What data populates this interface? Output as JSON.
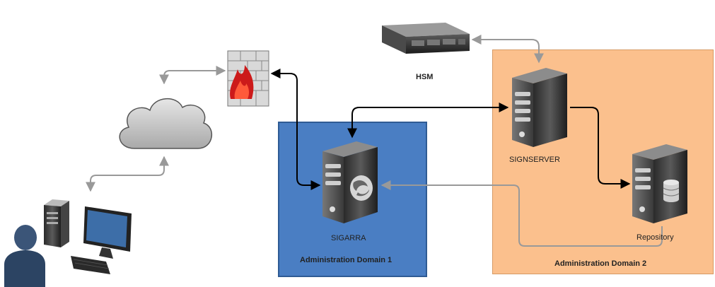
{
  "labels": {
    "hsm": "HSM",
    "signserver": "SIGNSERVER",
    "sigarra": "SIGARRA",
    "repository": "Repository",
    "domain1": "Administration Domain 1",
    "domain2": "Administration Domain 2"
  },
  "colors": {
    "domain1_fill": "#4a7ec3",
    "domain2_fill": "#fbc08d",
    "arrow_black": "#000000",
    "arrow_gray": "#999999",
    "firewall_flame": "#cc1a1a"
  },
  "icons": [
    "hsm-server-icon",
    "firewall-icon",
    "cloud-icon",
    "workstation-icon",
    "user-icon",
    "sigarra-server-icon",
    "signserver-icon",
    "repository-server-icon"
  ]
}
